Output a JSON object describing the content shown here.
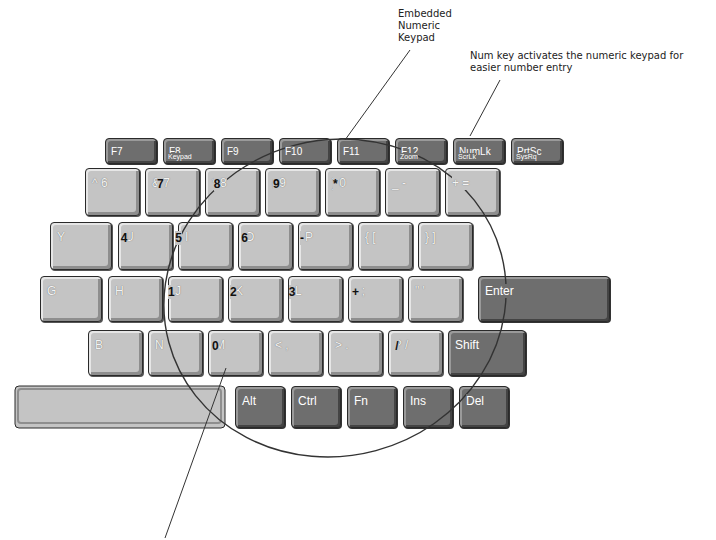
{
  "diagram": {
    "nodes": [
      {
        "text": [
          "F7"
        ]
      },
      {
        "text": [
          "F8",
          "Keypad"
        ]
      },
      {
        "text": [
          "F9"
        ]
      },
      {
        "text": [
          "F10"
        ]
      },
      {
        "text": [
          "F11"
        ]
      },
      {
        "text": [
          "F12",
          "Zoom"
        ]
      },
      {
        "text": [
          "NumLk",
          "ScrLk"
        ]
      },
      {
        "text": [
          "PrtSc",
          "SysRq"
        ]
      },
      {
        "text": [
          "^ 6"
        ]
      },
      {
        "text": [
          "& 7",
          "7"
        ]
      },
      {
        "text": [
          "* 8",
          "8"
        ]
      },
      {
        "text": [
          "( 9",
          "9"
        ]
      },
      {
        "text": [
          ") 0",
          "*"
        ]
      },
      {
        "text": [
          "_ -"
        ]
      },
      {
        "text": [
          "+ ="
        ]
      },
      {
        "text": [
          "Y"
        ]
      },
      {
        "text": [
          "U",
          "4"
        ]
      },
      {
        "text": [
          "I",
          "5"
        ]
      },
      {
        "text": [
          "O",
          "6"
        ]
      },
      {
        "text": [
          "P",
          "-"
        ]
      },
      {
        "text": [
          "{ ["
        ]
      },
      {
        "text": [
          "} ]"
        ]
      },
      {
        "text": [
          "G"
        ]
      },
      {
        "text": [
          "H"
        ]
      },
      {
        "text": [
          "J",
          "1"
        ]
      },
      {
        "text": [
          "K",
          "2"
        ]
      },
      {
        "text": [
          "L",
          "3"
        ]
      },
      {
        "text": [
          ": ;",
          "+"
        ]
      },
      {
        "text": [
          "\" '"
        ]
      },
      {
        "text": [
          "Enter"
        ]
      },
      {
        "text": [
          "B"
        ]
      },
      {
        "text": [
          "N"
        ]
      },
      {
        "text": [
          "M",
          "0"
        ]
      },
      {
        "text": [
          "< ,"
        ]
      },
      {
        "text": [
          "> ."
        ]
      },
      {
        "text": [
          "? /",
          "/"
        ]
      },
      {
        "text": [
          "Shift"
        ]
      },
      {
        "text": [
          "Alt"
        ]
      },
      {
        "text": [
          "Ctrl"
        ]
      },
      {
        "text": [
          "Fn"
        ]
      },
      {
        "text": [
          "Ins"
        ]
      },
      {
        "text": [
          "Del"
        ]
      }
    ],
    "labels": [
      "Embedded Numeric Keypad",
      "Num key activates the numeric keypad for easier number entry"
    ]
  }
}
